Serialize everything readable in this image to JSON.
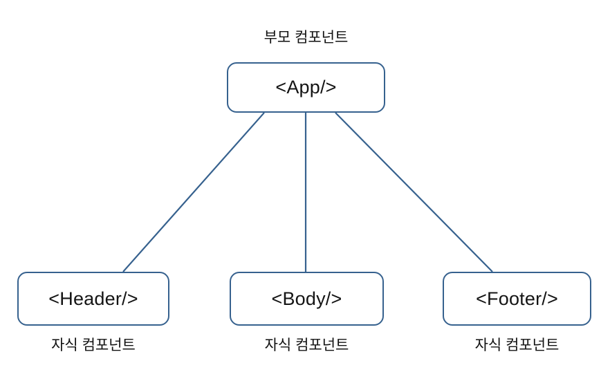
{
  "diagram": {
    "title_label": "부모 컴포넌트",
    "stroke_color": "#36618e",
    "text_color": "#141414",
    "background_color": "#ffffff",
    "parent": {
      "label": "<App/>",
      "caption": "부모 컴포넌트"
    },
    "children": [
      {
        "label": "<Header/>",
        "caption": "자식 컴포넌트"
      },
      {
        "label": "<Body/>",
        "caption": "자식 컴포넌트"
      },
      {
        "label": "<Footer/>",
        "caption": "자식 컴포넌트"
      }
    ]
  }
}
